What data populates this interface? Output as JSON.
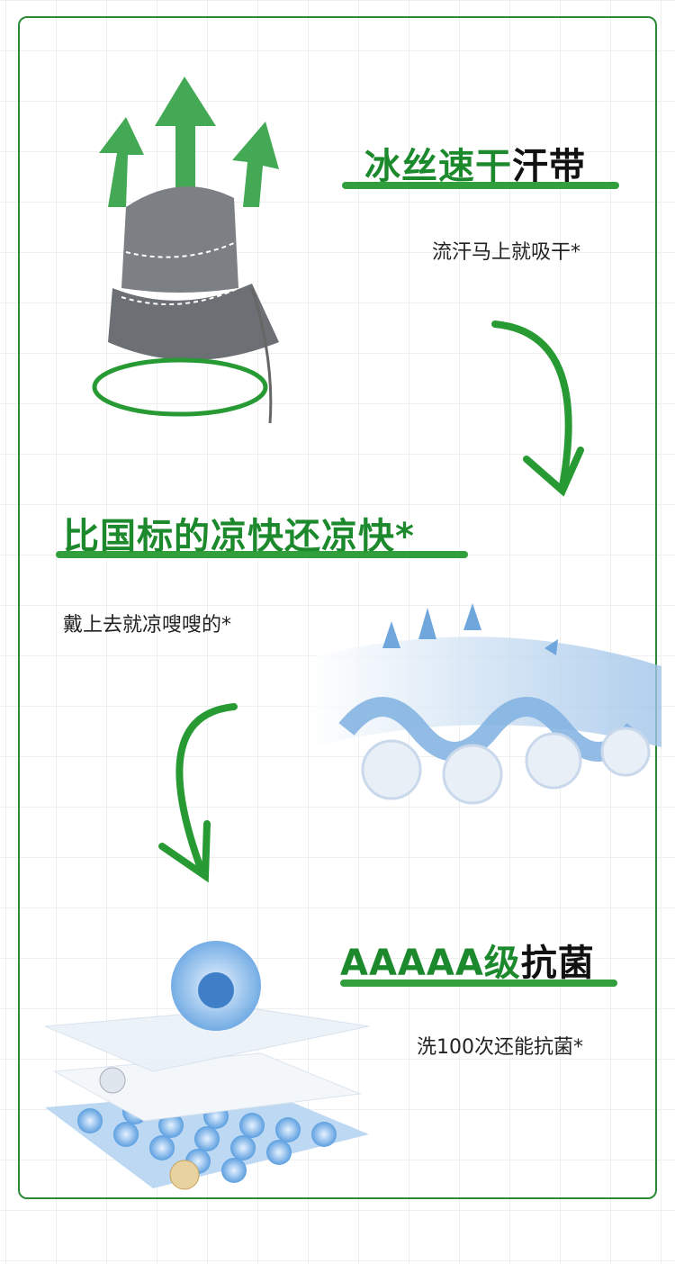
{
  "sections": [
    {
      "title_green": "冰丝速干",
      "title_black": "汗带",
      "subtitle": "流汗马上就吸干*"
    },
    {
      "title_green": "比国标的凉快还凉快*",
      "title_black": "",
      "subtitle": "戴上去就凉嗖嗖的*"
    },
    {
      "title_green": "AAAAA级",
      "title_black": "抗菌",
      "subtitle": "洗100次还能抗菌*"
    }
  ],
  "colors": {
    "accent": "#1c8a2c",
    "border": "#2a8a36"
  }
}
